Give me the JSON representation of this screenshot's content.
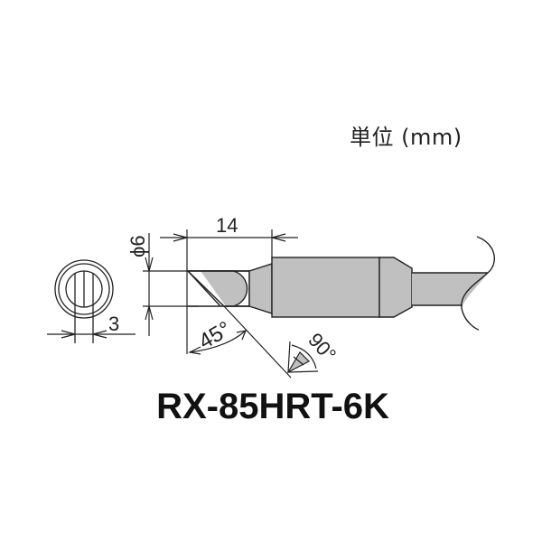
{
  "unit": {
    "label": "単位 (mm)"
  },
  "model": {
    "name": "RX-85HRT-6K"
  },
  "dimensions": {
    "diameter_label": "ϕ6",
    "length_label": "14",
    "width_label": "3",
    "bevel_angle_label": "45°",
    "edge_angle_label": "90°"
  },
  "colors": {
    "fill_gray": "#c0c0c0",
    "line": "#222222",
    "background": "#ffffff"
  }
}
